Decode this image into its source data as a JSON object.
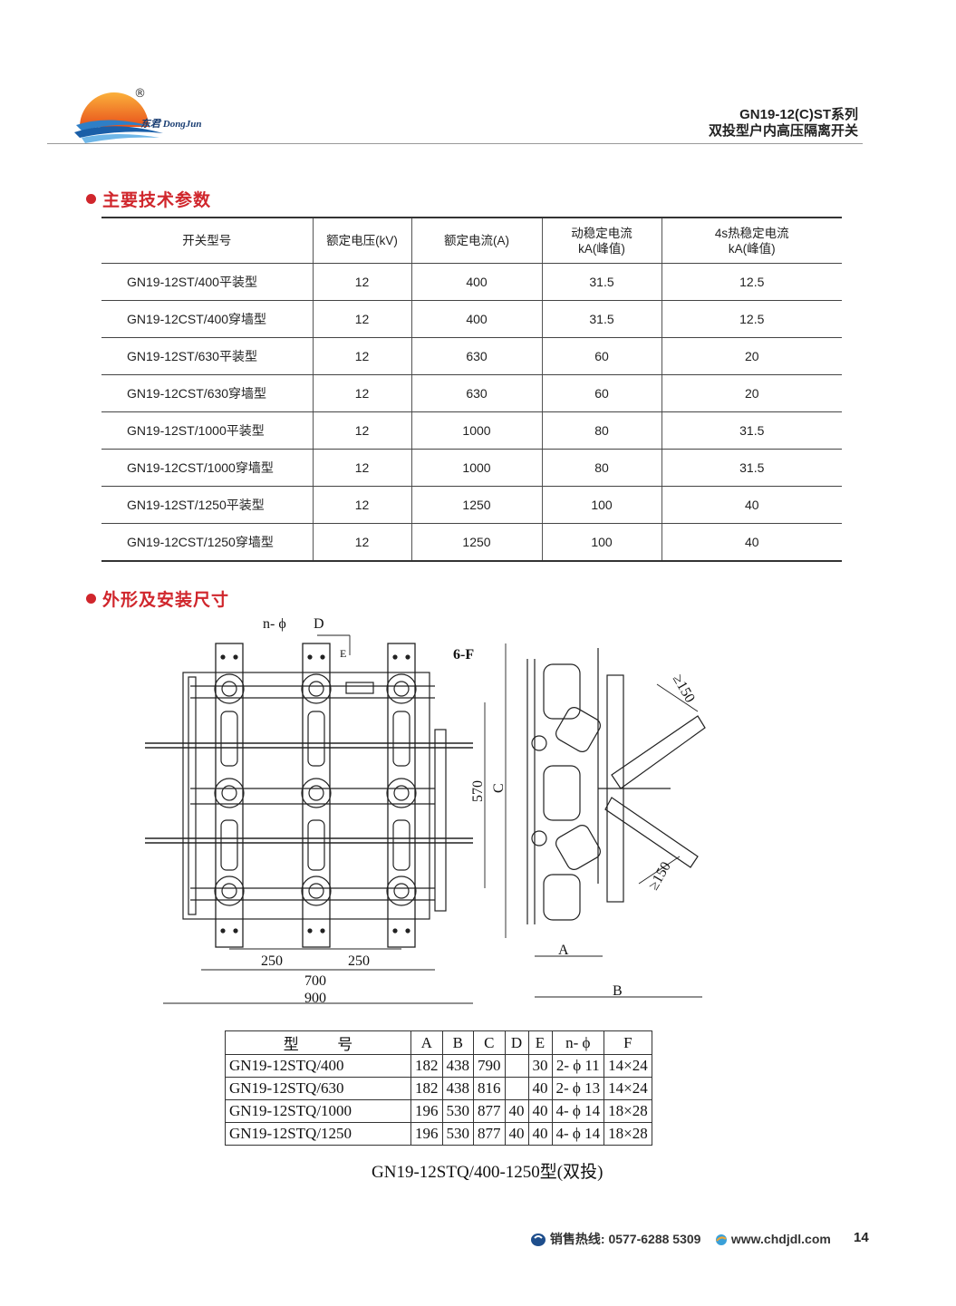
{
  "header": {
    "registered_mark": "®",
    "logo_text": "东君 DongJun",
    "title_line1": "GN19-12(C)ST系列",
    "title_line2": "双投型户内高压隔离开关"
  },
  "section1": {
    "title": "主要技术参数"
  },
  "spec_table": {
    "headers": [
      "开关型号",
      "额定电压(kV)",
      "额定电流(A)",
      "动稳定电流\nkA(峰值)",
      "4s热稳定电流\nkA(峰值)"
    ],
    "rows": [
      [
        "GN19-12ST/400平装型",
        "12",
        "400",
        "31.5",
        "12.5"
      ],
      [
        "GN19-12CST/400穿墙型",
        "12",
        "400",
        "31.5",
        "12.5"
      ],
      [
        "GN19-12ST/630平装型",
        "12",
        "630",
        "60",
        "20"
      ],
      [
        "GN19-12CST/630穿墙型",
        "12",
        "630",
        "60",
        "20"
      ],
      [
        "GN19-12ST/1000平装型",
        "12",
        "1000",
        "80",
        "31.5"
      ],
      [
        "GN19-12CST/1000穿墙型",
        "12",
        "1000",
        "80",
        "31.5"
      ],
      [
        "GN19-12ST/1250平装型",
        "12",
        "1250",
        "100",
        "40"
      ],
      [
        "GN19-12CST/1250穿墙型",
        "12",
        "1250",
        "100",
        "40"
      ]
    ]
  },
  "section2": {
    "title": "外形及安装尺寸"
  },
  "drawing_labels": {
    "n_phi": "n- ϕ",
    "d": "D",
    "e": "E",
    "six_f": "6-F",
    "dim_570": "570",
    "dim_c": "C",
    "dim_250a": "250",
    "dim_250b": "250",
    "dim_700": "700",
    "dim_900": "900",
    "dim_150a": "≥150",
    "dim_150b": "≥150",
    "dim_a": "A",
    "dim_b": "B"
  },
  "dims_table": {
    "headers": [
      "型          号",
      "A",
      "B",
      "C",
      "D",
      "E",
      "n- ϕ",
      "F"
    ],
    "rows": [
      [
        "GN19-12STQ/400",
        "182",
        "438",
        "790",
        "",
        "30",
        "2- ϕ 11",
        "14×24"
      ],
      [
        "GN19-12STQ/630",
        "182",
        "438",
        "816",
        "",
        "40",
        "2- ϕ 13",
        "14×24"
      ],
      [
        "GN19-12STQ/1000",
        "196",
        "530",
        "877",
        "40",
        "40",
        "4- ϕ 14",
        "18×28"
      ],
      [
        "GN19-12STQ/1250",
        "196",
        "530",
        "877",
        "40",
        "40",
        "4- ϕ 14",
        "18×28"
      ]
    ]
  },
  "caption": "GN19-12STQ/400-1250型(双投)",
  "footer": {
    "hotline": "销售热线: 0577-6288  5309",
    "website": "www.chdjdl.com",
    "page_number": "14"
  },
  "colors": {
    "accent_red": "#d0262c",
    "logo_blue": "#1a3e73",
    "logo_orange": "#f28a1e"
  }
}
